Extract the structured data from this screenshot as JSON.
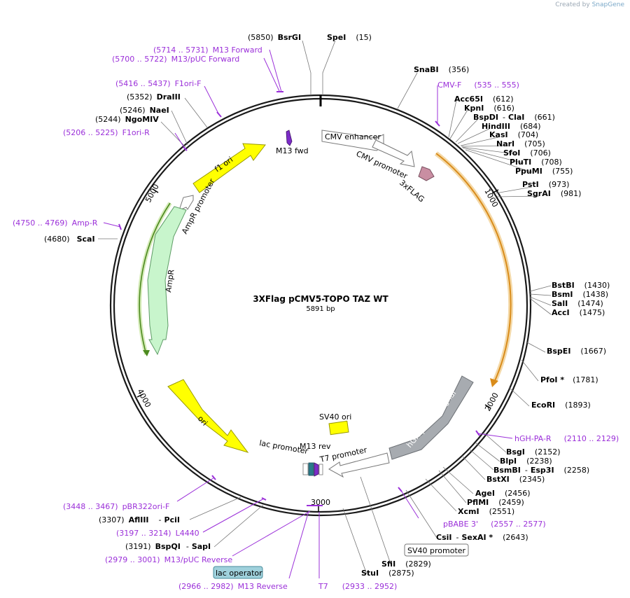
{
  "credit": {
    "prefix": "Created by",
    "brand": "SnapGene"
  },
  "plasmid": {
    "name": "3XFlag pCMV5-TOPO TAZ WT",
    "size": "5891 bp"
  },
  "ticks": [
    "1000",
    "2000",
    "3000",
    "4000",
    "5000"
  ],
  "features": {
    "cmv_enhancer": "CMV enhancer",
    "cmv_promoter": "CMV promoter",
    "flag": "3xFLAG",
    "m13_fwd": "M13 fwd",
    "f1_ori": "f1 ori",
    "ampr_promoter": "AmpR promoter",
    "ampr": "AmpR",
    "ori": "ori",
    "sv40_ori": "SV40 ori",
    "hgh": "hGH poly(A) signal",
    "t7_promoter": "T7 promoter",
    "m13_rev": "M13 rev",
    "lac_promoter": "lac promoter",
    "sv40_promoter_box": "SV40 promoter",
    "lac_operator_box": "lac operator"
  },
  "sites": {
    "bsrgi": {
      "name": "BsrGI",
      "pos": "(5850)"
    },
    "spei": {
      "name": "SpeI",
      "pos": "(15)"
    },
    "snabi": {
      "name": "SnaBI",
      "pos": "(356)"
    },
    "acc65i": {
      "name": "Acc65I",
      "pos": "(612)"
    },
    "kpni": {
      "name": "KpnI",
      "pos": "(616)"
    },
    "bspdi": {
      "name": "BspDI",
      "sep": "-",
      "name2": "ClaI",
      "pos": "(661)"
    },
    "hindiii": {
      "name": "HindIII",
      "pos": "(684)"
    },
    "kasi": {
      "name": "KasI",
      "pos": "(704)"
    },
    "nari": {
      "name": "NarI",
      "pos": "(705)"
    },
    "sfoi": {
      "name": "SfoI",
      "pos": "(706)"
    },
    "pluti": {
      "name": "PluTI",
      "pos": "(708)"
    },
    "ppumi": {
      "name": "PpuMI",
      "pos": "(755)"
    },
    "psti": {
      "name": "PstI",
      "pos": "(973)"
    },
    "sgrai": {
      "name": "SgrAI",
      "pos": "(981)"
    },
    "bstbi": {
      "name": "BstBI",
      "pos": "(1430)"
    },
    "bsmi": {
      "name": "BsmI",
      "pos": "(1438)"
    },
    "sali": {
      "name": "SalI",
      "pos": "(1474)"
    },
    "acci": {
      "name": "AccI",
      "pos": "(1475)"
    },
    "bspei": {
      "name": "BspEI",
      "pos": "(1667)"
    },
    "pfoi": {
      "name": "PfoI *",
      "pos": "(1781)"
    },
    "ecori": {
      "name": "EcoRI",
      "pos": "(1893)"
    },
    "bsgi": {
      "name": "BsgI",
      "pos": "(2152)"
    },
    "blpi": {
      "name": "BlpI",
      "pos": "(2238)"
    },
    "bsmbi": {
      "name": "BsmBI",
      "sep": "-",
      "name2": "Esp3I",
      "pos": "(2258)"
    },
    "bstxi": {
      "name": "BstXI",
      "pos": "(2345)"
    },
    "agei": {
      "name": "AgeI",
      "pos": "(2456)"
    },
    "pflmi": {
      "name": "PflMI",
      "pos": "(2459)"
    },
    "xcmi": {
      "name": "XcmI",
      "pos": "(2551)"
    },
    "csii": {
      "name": "CsiI",
      "sep": "-",
      "name2": "SexAI *",
      "pos": "(2643)"
    },
    "sfii": {
      "name": "SfiI",
      "pos": "(2829)"
    },
    "stui": {
      "name": "StuI",
      "pos": "(2875)"
    },
    "afliii": {
      "name": "AflIII",
      "sep": "-",
      "name2": "PciI",
      "pos": "(3307)"
    },
    "bspqi": {
      "name": "BspQI",
      "sep": "-",
      "name2": "SapI",
      "pos": "(3191)"
    },
    "scai": {
      "name": "ScaI",
      "pos": "(4680)"
    },
    "ngomiv": {
      "name": "NgoMIV",
      "pos": "(5244)"
    },
    "naei": {
      "name": "NaeI",
      "pos": "(5246)"
    },
    "draiii": {
      "name": "DraIII",
      "pos": "(5352)"
    }
  },
  "primers": {
    "cmvf": {
      "name": "CMV-F",
      "pos": "(535 .. 555)"
    },
    "m13fwd": {
      "name": "M13 Forward",
      "pos": "(5714 .. 5731)"
    },
    "m13puc_fwd": {
      "name": "M13/pUC Forward",
      "pos": "(5700 .. 5722)"
    },
    "f1ori_f": {
      "name": "F1ori-F",
      "pos": "(5416 .. 5437)"
    },
    "f1ori_r": {
      "name": "F1ori-R",
      "pos": "(5206 .. 5225)"
    },
    "ampr": {
      "name": "Amp-R",
      "pos": "(4750 .. 4769)"
    },
    "hghpar": {
      "name": "hGH-PA-R",
      "pos": "(2110 .. 2129)"
    },
    "pbabe3": {
      "name": "pBABE 3'",
      "pos": "(2557 .. 2577)"
    },
    "t7": {
      "name": "T7",
      "pos": "(2933 .. 2952)"
    },
    "m13rev": {
      "name": "M13 Reverse",
      "pos": "(2966 .. 2982)"
    },
    "m13puc_rev": {
      "name": "M13/pUC Reverse",
      "pos": "(2979 .. 3001)"
    },
    "l4440": {
      "name": "L4440",
      "pos": "(3197 .. 3214)"
    },
    "pbr322": {
      "name": "pBR322ori-F",
      "pos": "(3448 .. 3467)"
    }
  }
}
